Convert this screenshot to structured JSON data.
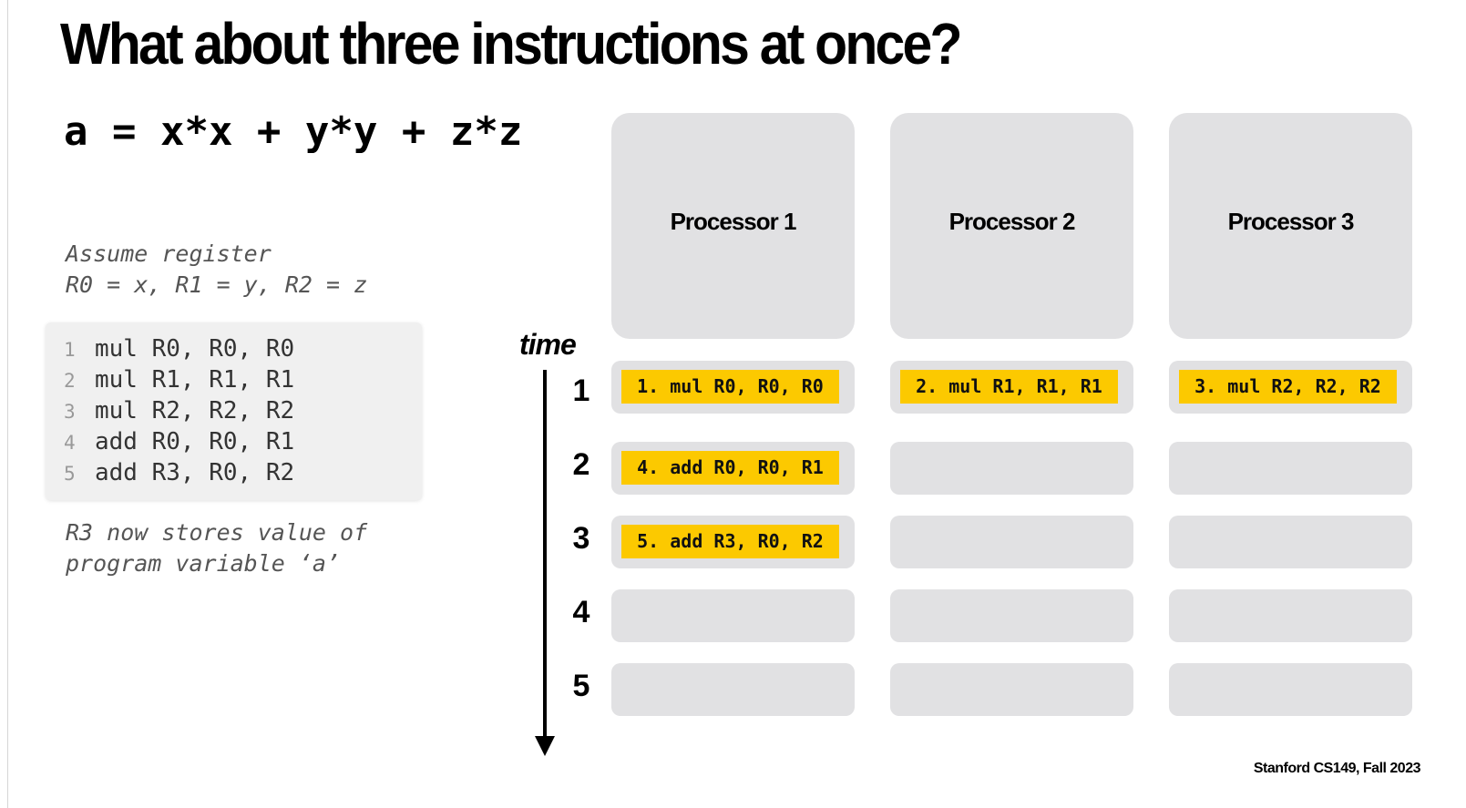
{
  "title": "What about three instructions at once?",
  "expression": "a = x*x + y*y + z*z",
  "assumption": [
    "Assume register",
    "R0 = x, R1 = y, R2 = z"
  ],
  "code": [
    {
      "num": "1",
      "text": "mul R0, R0, R0"
    },
    {
      "num": "2",
      "text": "mul R1, R1, R1"
    },
    {
      "num": "3",
      "text": "mul R2, R2, R2"
    },
    {
      "num": "4",
      "text": "add R0, R0, R1"
    },
    {
      "num": "5",
      "text": "add R3, R0, R2"
    }
  ],
  "note": [
    "R3 now stores value of",
    "program variable ‘a’"
  ],
  "time_label": "time",
  "time_steps": [
    "1",
    "2",
    "3",
    "4",
    "5"
  ],
  "processors": [
    "Processor 1",
    "Processor 2",
    "Processor 3"
  ],
  "schedule": {
    "p1": [
      "1. mul R0, R0, R0",
      "4. add R0, R0, R1",
      "5. add R3, R0, R2"
    ],
    "p2": [
      "2. mul R1, R1, R1"
    ],
    "p3": [
      "3. mul R2, R2, R2"
    ]
  },
  "colors": {
    "instruction_highlight": "#fcc900",
    "slot": "#e1e1e3",
    "code_bg": "#f0f0f0"
  },
  "footer": "Stanford CS149, Fall 2023"
}
